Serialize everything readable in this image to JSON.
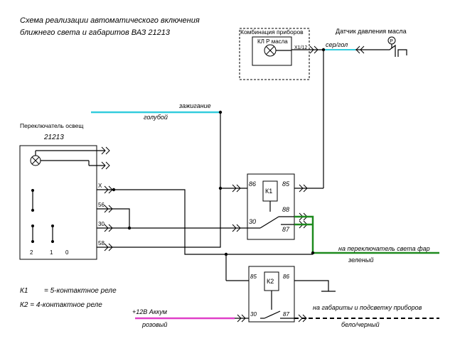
{
  "title": {
    "line1": "Схема реализации автоматического включения",
    "line2": "ближнего света и габаритов ВАЗ 21213"
  },
  "instrument_cluster": {
    "label": "Комбинация приборов",
    "lamp_label": "КЛ Р масла",
    "pin": "X1/12"
  },
  "oil_sensor": {
    "label": "Датчик давления масла",
    "symbol": "P",
    "wire_color": "сер/гол"
  },
  "ignition": {
    "label": "зажигание",
    "wire_color": "голубой"
  },
  "light_switch": {
    "label": "Переключатель освещ",
    "model": "21213",
    "pins": [
      "X",
      "56",
      "30",
      "58"
    ],
    "positions": [
      "2",
      "1",
      "0"
    ]
  },
  "relay_k1": {
    "name": "К1",
    "pins": [
      "86",
      "85",
      "88",
      "30",
      "87"
    ]
  },
  "relay_k2": {
    "name": "К2",
    "pins": [
      "85",
      "86",
      "30",
      "87"
    ]
  },
  "headlight_output": {
    "label": "на переключатель света фар",
    "wire_color": "зеленый"
  },
  "parking_output": {
    "label": "на габариты и подсветку приборов",
    "wire_color": "бело/черный"
  },
  "battery": {
    "label": "+12В Аккум",
    "wire_color": "розовый"
  },
  "legend": [
    {
      "key": "К1",
      "text": "= 5-контактное реле"
    },
    {
      "key": "К2 = 4-контактное реле",
      "text": ""
    }
  ],
  "colors": {
    "ignition_wire": "#33ccdd",
    "oil_wire": "#33ccdd",
    "headlight_wire": "#1e8a1e",
    "battery_wire": "#e040c8"
  }
}
